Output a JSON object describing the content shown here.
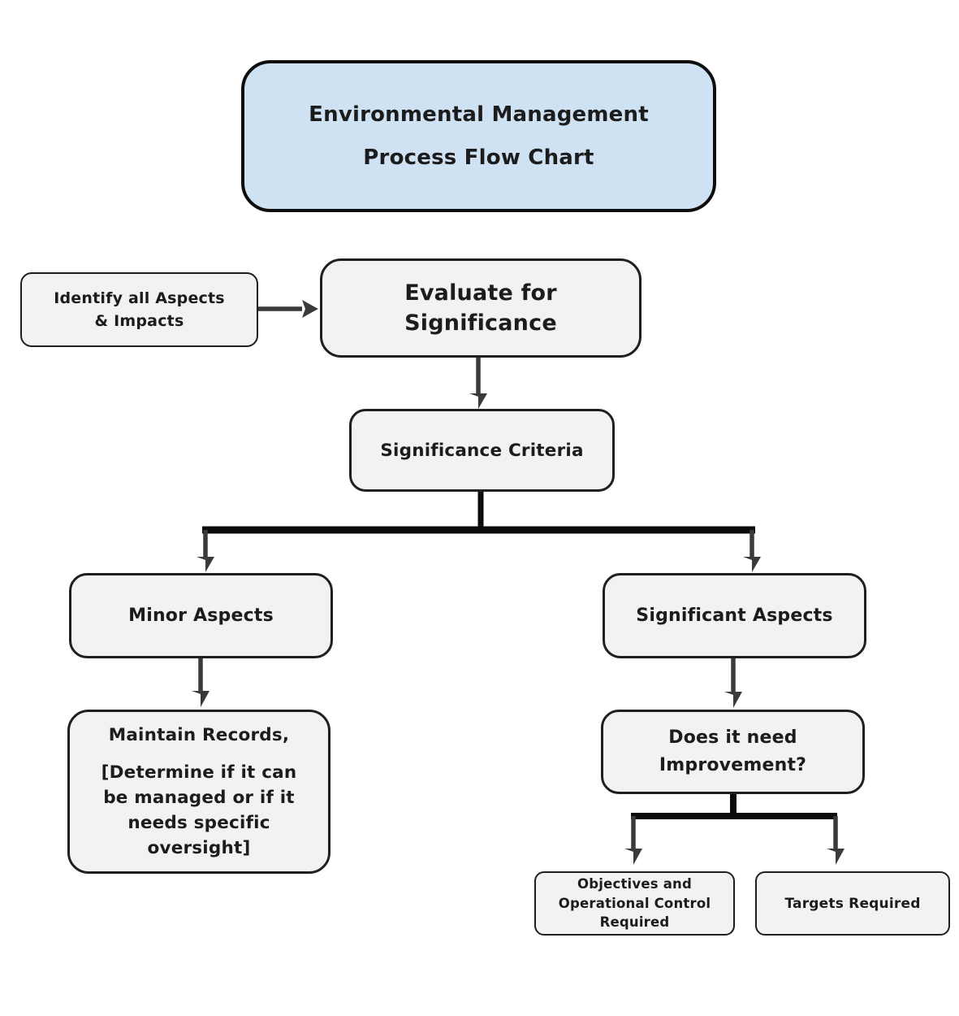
{
  "colors": {
    "title_fill": "#cfe2f3",
    "node_fill": "#f2f2f2",
    "border": "#1f1f1f",
    "connector": "#0c0c0c",
    "arrow": "#3a3a3a",
    "text": "#1c1c1c"
  },
  "title": {
    "line1": "Environmental Management",
    "line2": "Process Flow Chart"
  },
  "nodes": {
    "identify": {
      "line1": "Identify all Aspects",
      "line2": "& Impacts"
    },
    "evaluate": {
      "line1": "Evaluate for",
      "line2": "Significance"
    },
    "criteria": {
      "label": "Significance Criteria"
    },
    "minor": {
      "label": "Minor Aspects"
    },
    "significant": {
      "label": "Significant Aspects"
    },
    "maintain": {
      "heading": "Maintain Records,",
      "body_lines": [
        "[Determine if it can",
        "be managed or if it",
        "needs specific",
        "oversight]"
      ]
    },
    "improvement": {
      "line1": "Does it need",
      "line2": "Improvement?"
    },
    "objectives": {
      "lines": [
        "Objectives and",
        "Operational Control",
        "Required"
      ]
    },
    "targets": {
      "label": "Targets Required"
    }
  }
}
